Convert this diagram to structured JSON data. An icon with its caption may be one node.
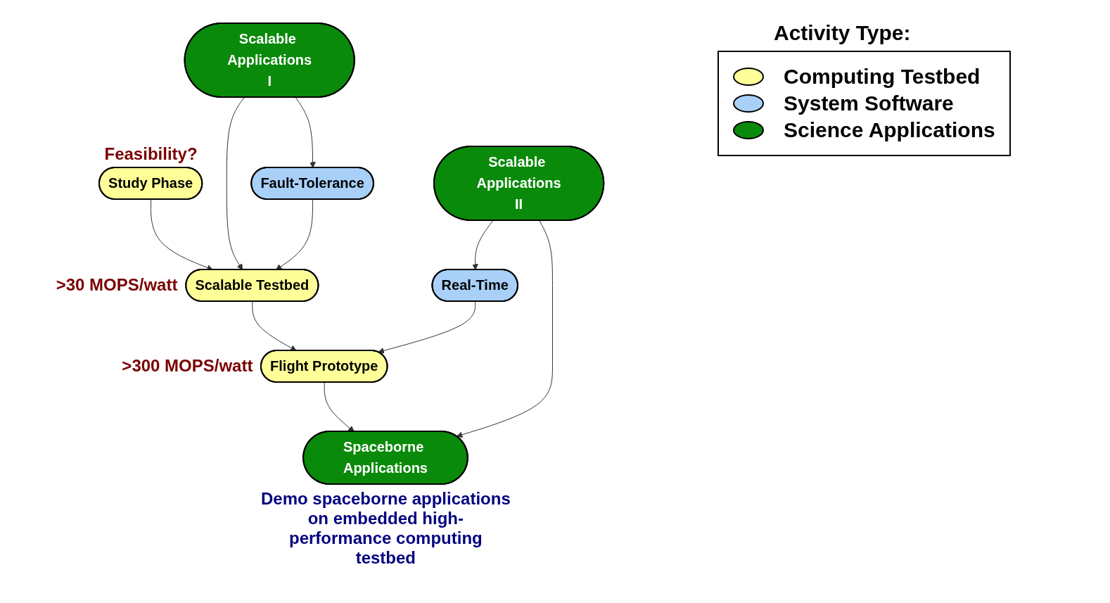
{
  "diagram": {
    "nodes": [
      {
        "text": [
          "Study Phase"
        ],
        "beside": [
          "Feasibility?"
        ]
      },
      {
        "text": [
          "Scalable Testbed"
        ],
        "beside": [
          ">30 MOPS/watt"
        ]
      },
      {
        "text": [
          "Flight Prototype"
        ],
        "beside": [
          ">300 MOPS/watt"
        ]
      },
      {
        "text": [
          "Spaceborne Applications"
        ],
        "beside": [
          "Demo spaceborne applications on embedded high-performance computing testbed"
        ]
      },
      {
        "text": [
          "Fault-Tolerance"
        ]
      },
      {
        "text": [
          "Real-Time"
        ]
      },
      {
        "text": [
          "Scalable Applications",
          "I"
        ]
      },
      {
        "text": [
          "Scalable Applications",
          "II"
        ]
      }
    ],
    "edges": [
      {
        "from": 0,
        "to": 1,
        "arrow": "to"
      },
      {
        "from": 1,
        "to": 2,
        "arrow": "to"
      },
      {
        "from": 2,
        "to": 3,
        "arrow": "to"
      },
      {
        "from": 6,
        "to": 1,
        "arrow": "to"
      },
      {
        "from": 4,
        "to": 1,
        "arrow": "to"
      },
      {
        "from": 5,
        "to": 2,
        "arrow": "to"
      },
      {
        "from": 6,
        "to": 4,
        "arrow": "to"
      },
      {
        "from": 7,
        "to": 5,
        "arrow": "to"
      },
      {
        "from": 7,
        "to": 3,
        "arrow": "to"
      }
    ],
    "labels": [
      "Activity Type:"
    ],
    "legend": [
      {
        "text": "Computing Testbed",
        "color": "#ffff99"
      },
      {
        "text": "System Software",
        "color": "#a8d0f8"
      },
      {
        "text": "Science Applications",
        "color": "#0a8a0a"
      }
    ]
  }
}
